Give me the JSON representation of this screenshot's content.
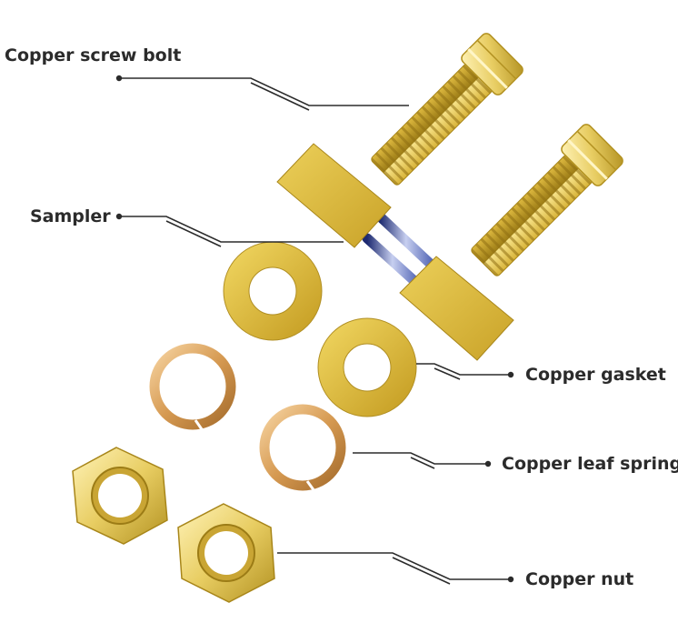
{
  "labels": {
    "screw_bolt": "Copper screw bolt",
    "sampler": "Sampler",
    "gasket": "Copper gasket",
    "leaf_spring": "Copper leaf spring",
    "nut": "Copper nut"
  },
  "colors": {
    "brass_light": "#f6e27a",
    "brass_mid": "#d9b83a",
    "brass_dark": "#a8861a",
    "copper_light": "#f3c98e",
    "copper_mid": "#d59a52",
    "copper_dark": "#9a6628",
    "blue_wire": "#3a4fa8",
    "line": "#2b2b2b"
  }
}
